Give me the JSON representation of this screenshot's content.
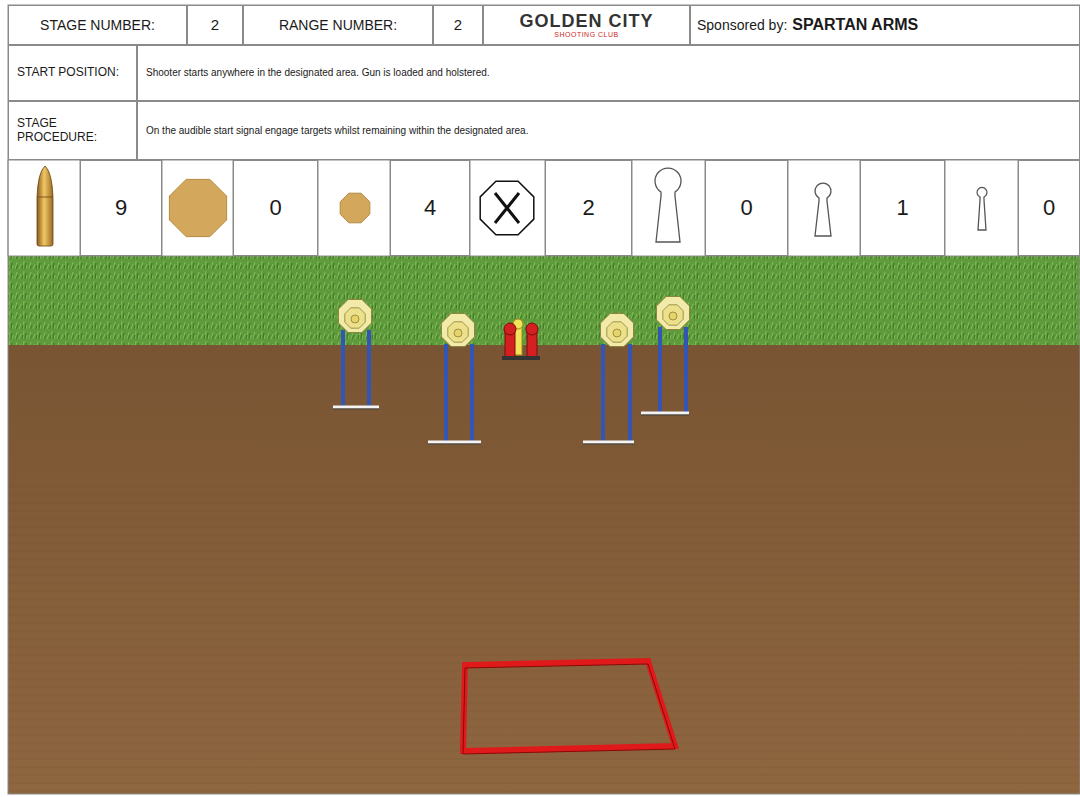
{
  "diagram": {
    "nodes": [
      {
        "text": [
          "STAGE NUMBER:"
        ]
      },
      {
        "text": [
          "2"
        ]
      },
      {
        "text": [
          "RANGE NUMBER:"
        ]
      },
      {
        "text": [
          "2"
        ]
      },
      {
        "text": [
          "GOLDEN CITY",
          "SHOOTING CLUB"
        ]
      },
      {
        "text": [
          "Sponsored by:",
          "SPARTAN ARMS"
        ]
      },
      {
        "text": [
          "START POSITION:"
        ]
      },
      {
        "text": [
          "Shooter starts anywhere in the designated area. Gun is loaded and holstered."
        ]
      },
      {
        "text": [
          "STAGE PROCEDURE:"
        ]
      },
      {
        "text": [
          "On the audible start signal engage targets whilst remaining within the designated area."
        ]
      },
      {
        "text": [
          "9"
        ]
      },
      {
        "text": [
          "0"
        ]
      },
      {
        "text": [
          "4"
        ]
      },
      {
        "text": [
          "2"
        ]
      },
      {
        "text": [
          "0"
        ]
      },
      {
        "text": [
          "1"
        ]
      },
      {
        "text": [
          "0"
        ]
      }
    ]
  }
}
